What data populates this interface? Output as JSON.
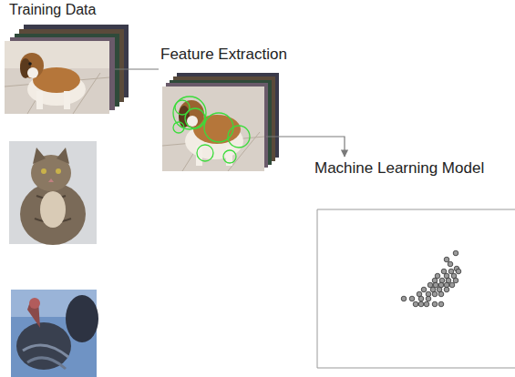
{
  "diagram": {
    "nodes": [
      {
        "text": [
          "Training Data"
        ]
      },
      {
        "text": [
          "Feature Extraction"
        ]
      },
      {
        "text": [
          "Machine Learning Model"
        ]
      }
    ],
    "edges": [
      {
        "from": 0,
        "to": 1,
        "arrow": "none"
      },
      {
        "from": 1,
        "to": 2,
        "arrow": "to"
      }
    ]
  }
}
